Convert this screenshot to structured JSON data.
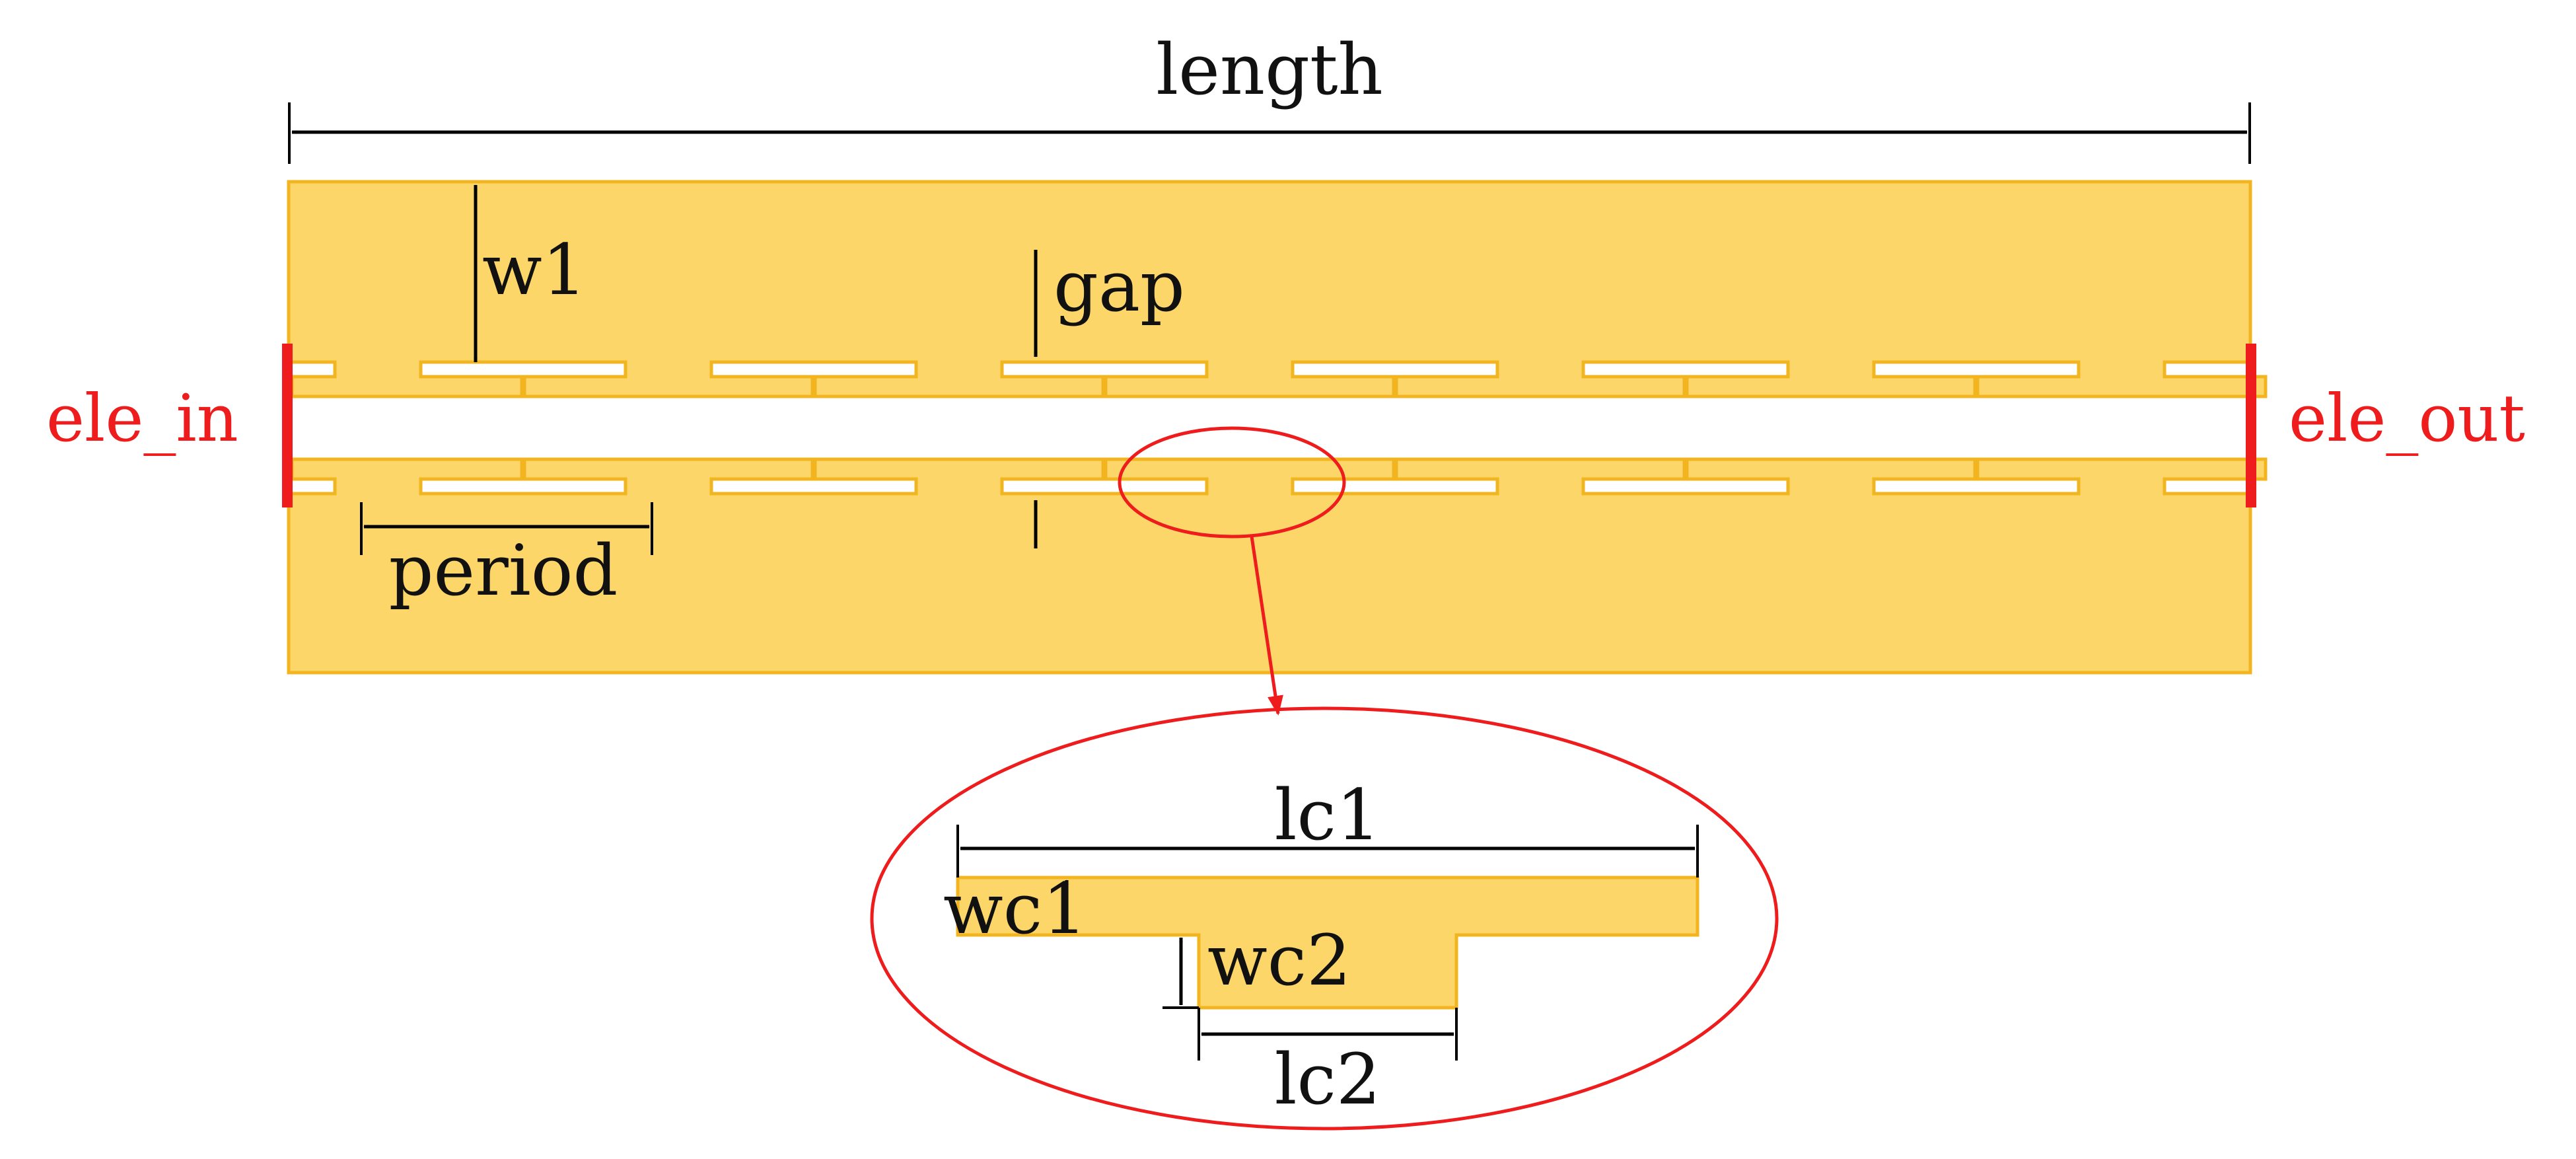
{
  "labels": {
    "length": "length",
    "w1": "w1",
    "gap": "gap",
    "period": "period",
    "port_in": "ele_in",
    "port_out": "ele_out",
    "lc1": "lc1",
    "lc2": "lc2",
    "wc1": "wc1",
    "wc2": "wc2"
  },
  "structure": {
    "cell_count": 7
  },
  "colors": {
    "metal_fill": "#fcd668",
    "metal_edge": "#f2b520",
    "port": "#ee1c1c",
    "callout": "#ee1c1c",
    "dimension": "#000000"
  }
}
